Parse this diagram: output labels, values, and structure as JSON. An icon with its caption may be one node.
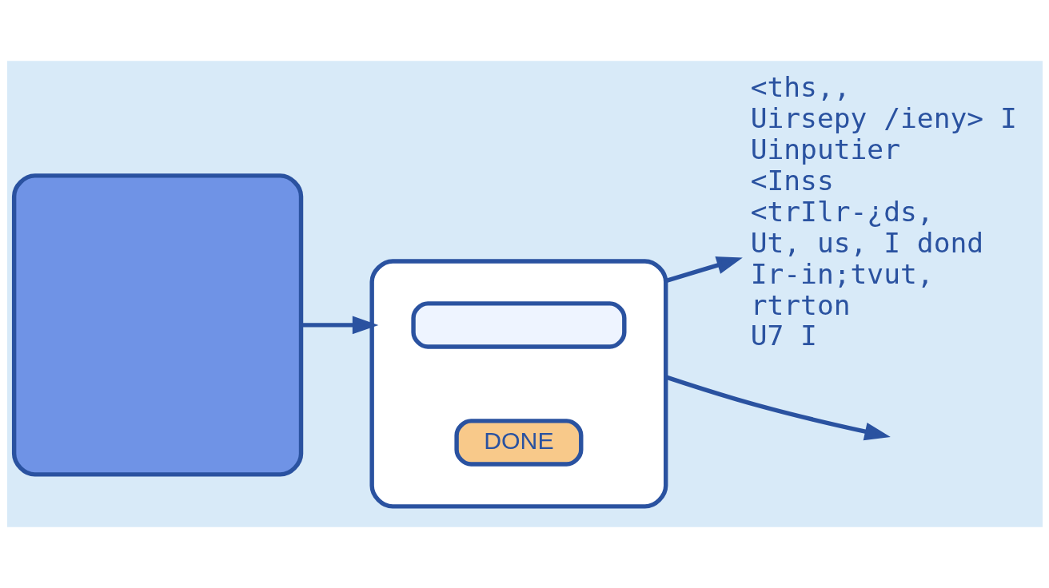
{
  "diagram": {
    "nodes": [
      {
        "text": [],
        "shape": "box"
      },
      {
        "text": [],
        "shape": "box"
      },
      {
        "text": [],
        "shape": "box",
        "in": 1
      },
      {
        "text": [
          "DONE"
        ],
        "in": 1
      },
      {
        "text": [
          "<ths,,",
          "Uirsepy /ieny> I",
          "Uinputier",
          "<Inss",
          "<trIlr-¿ds,",
          "Ut, us, I dond",
          "Ir-in;tvut,",
          "rtrton",
          "U7 I"
        ]
      }
    ],
    "edges": [
      {
        "from": 0,
        "to": 1,
        "arrow": "to"
      },
      {
        "from": 1,
        "to": null,
        "arrow": "to"
      },
      {
        "from": 1,
        "to": 4,
        "arrow": "to"
      }
    ]
  }
}
